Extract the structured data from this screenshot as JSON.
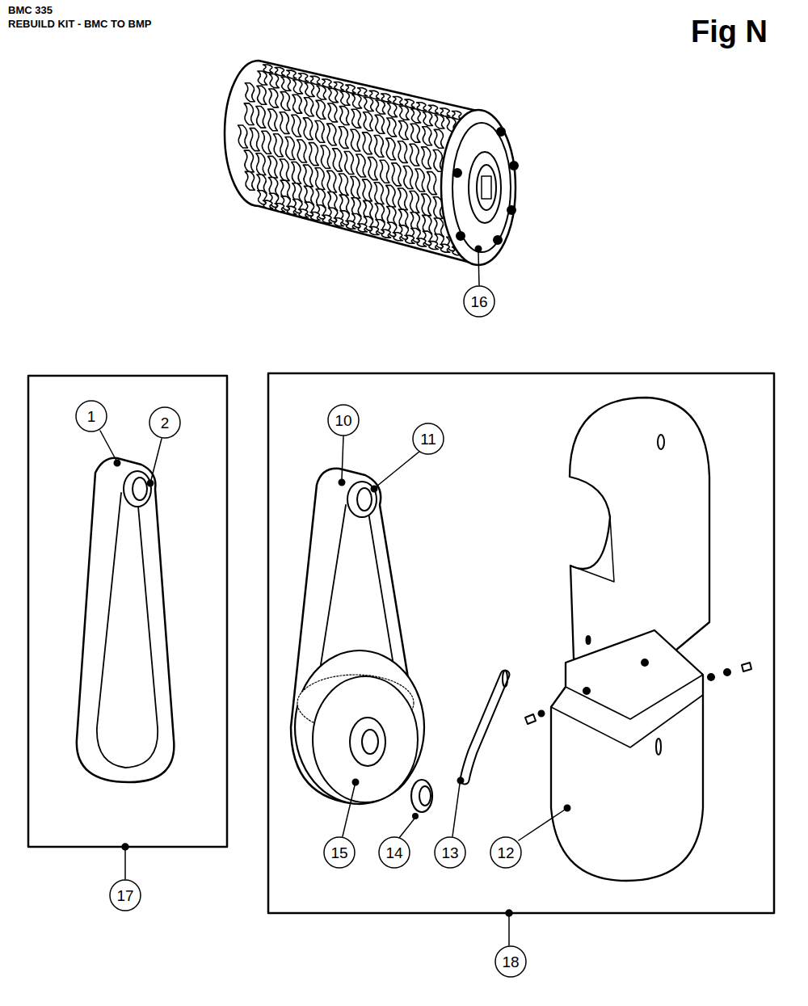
{
  "diagram": {
    "title": "REBUILD KIT - BMC TO BMP",
    "labels": [
      "BMC 335",
      "Fig N",
      "16",
      "1",
      "2",
      "10",
      "11",
      "15",
      "14",
      "13",
      "12",
      "17",
      "18"
    ]
  }
}
